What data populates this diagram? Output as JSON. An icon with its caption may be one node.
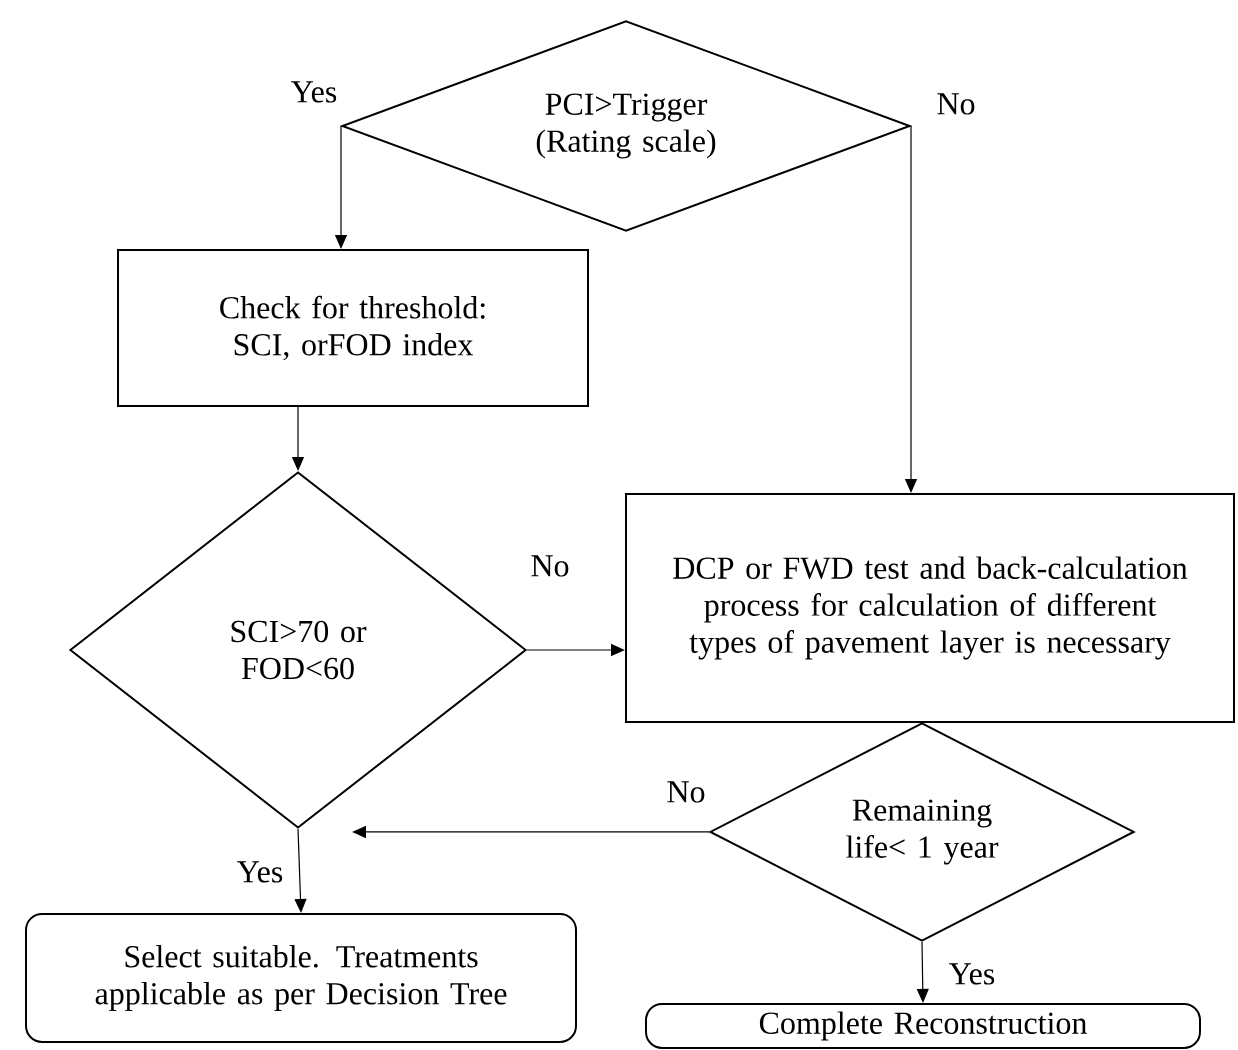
{
  "diagram": {
    "nodes": [
      {
        "text": [
          "PCI>Trigger (Rating scale)"
        ]
      },
      {
        "text": [
          "Check for threshold: SCI, orFOD index"
        ]
      },
      {
        "text": [
          "SCI>70 or FOD<60"
        ]
      },
      {
        "text": [
          "DCP or FWD test and back-calculation process for calculation of different types of pavement layer is necessary"
        ]
      },
      {
        "text": [
          "Remaining life< 1 year"
        ]
      },
      {
        "text": [
          "Select suitable. Treatments applicable as per Decision Tree"
        ]
      },
      {
        "text": [
          "Complete Reconstruction"
        ]
      }
    ],
    "edges": [
      {
        "from": 0,
        "to": 1,
        "arrow": "to",
        "label": "Yes"
      },
      {
        "from": 0,
        "to": 3,
        "arrow": "to",
        "label": "No"
      },
      {
        "from": 1,
        "to": 2,
        "arrow": "to"
      },
      {
        "from": 2,
        "to": 3,
        "arrow": "to",
        "label": "No"
      },
      {
        "from": 4,
        "to": null,
        "arrow": "to",
        "label": "No"
      },
      {
        "from": 2,
        "to": 5,
        "arrow": "to",
        "label": "Yes"
      },
      {
        "from": 4,
        "to": 6,
        "arrow": "to",
        "label": "Yes"
      }
    ]
  }
}
